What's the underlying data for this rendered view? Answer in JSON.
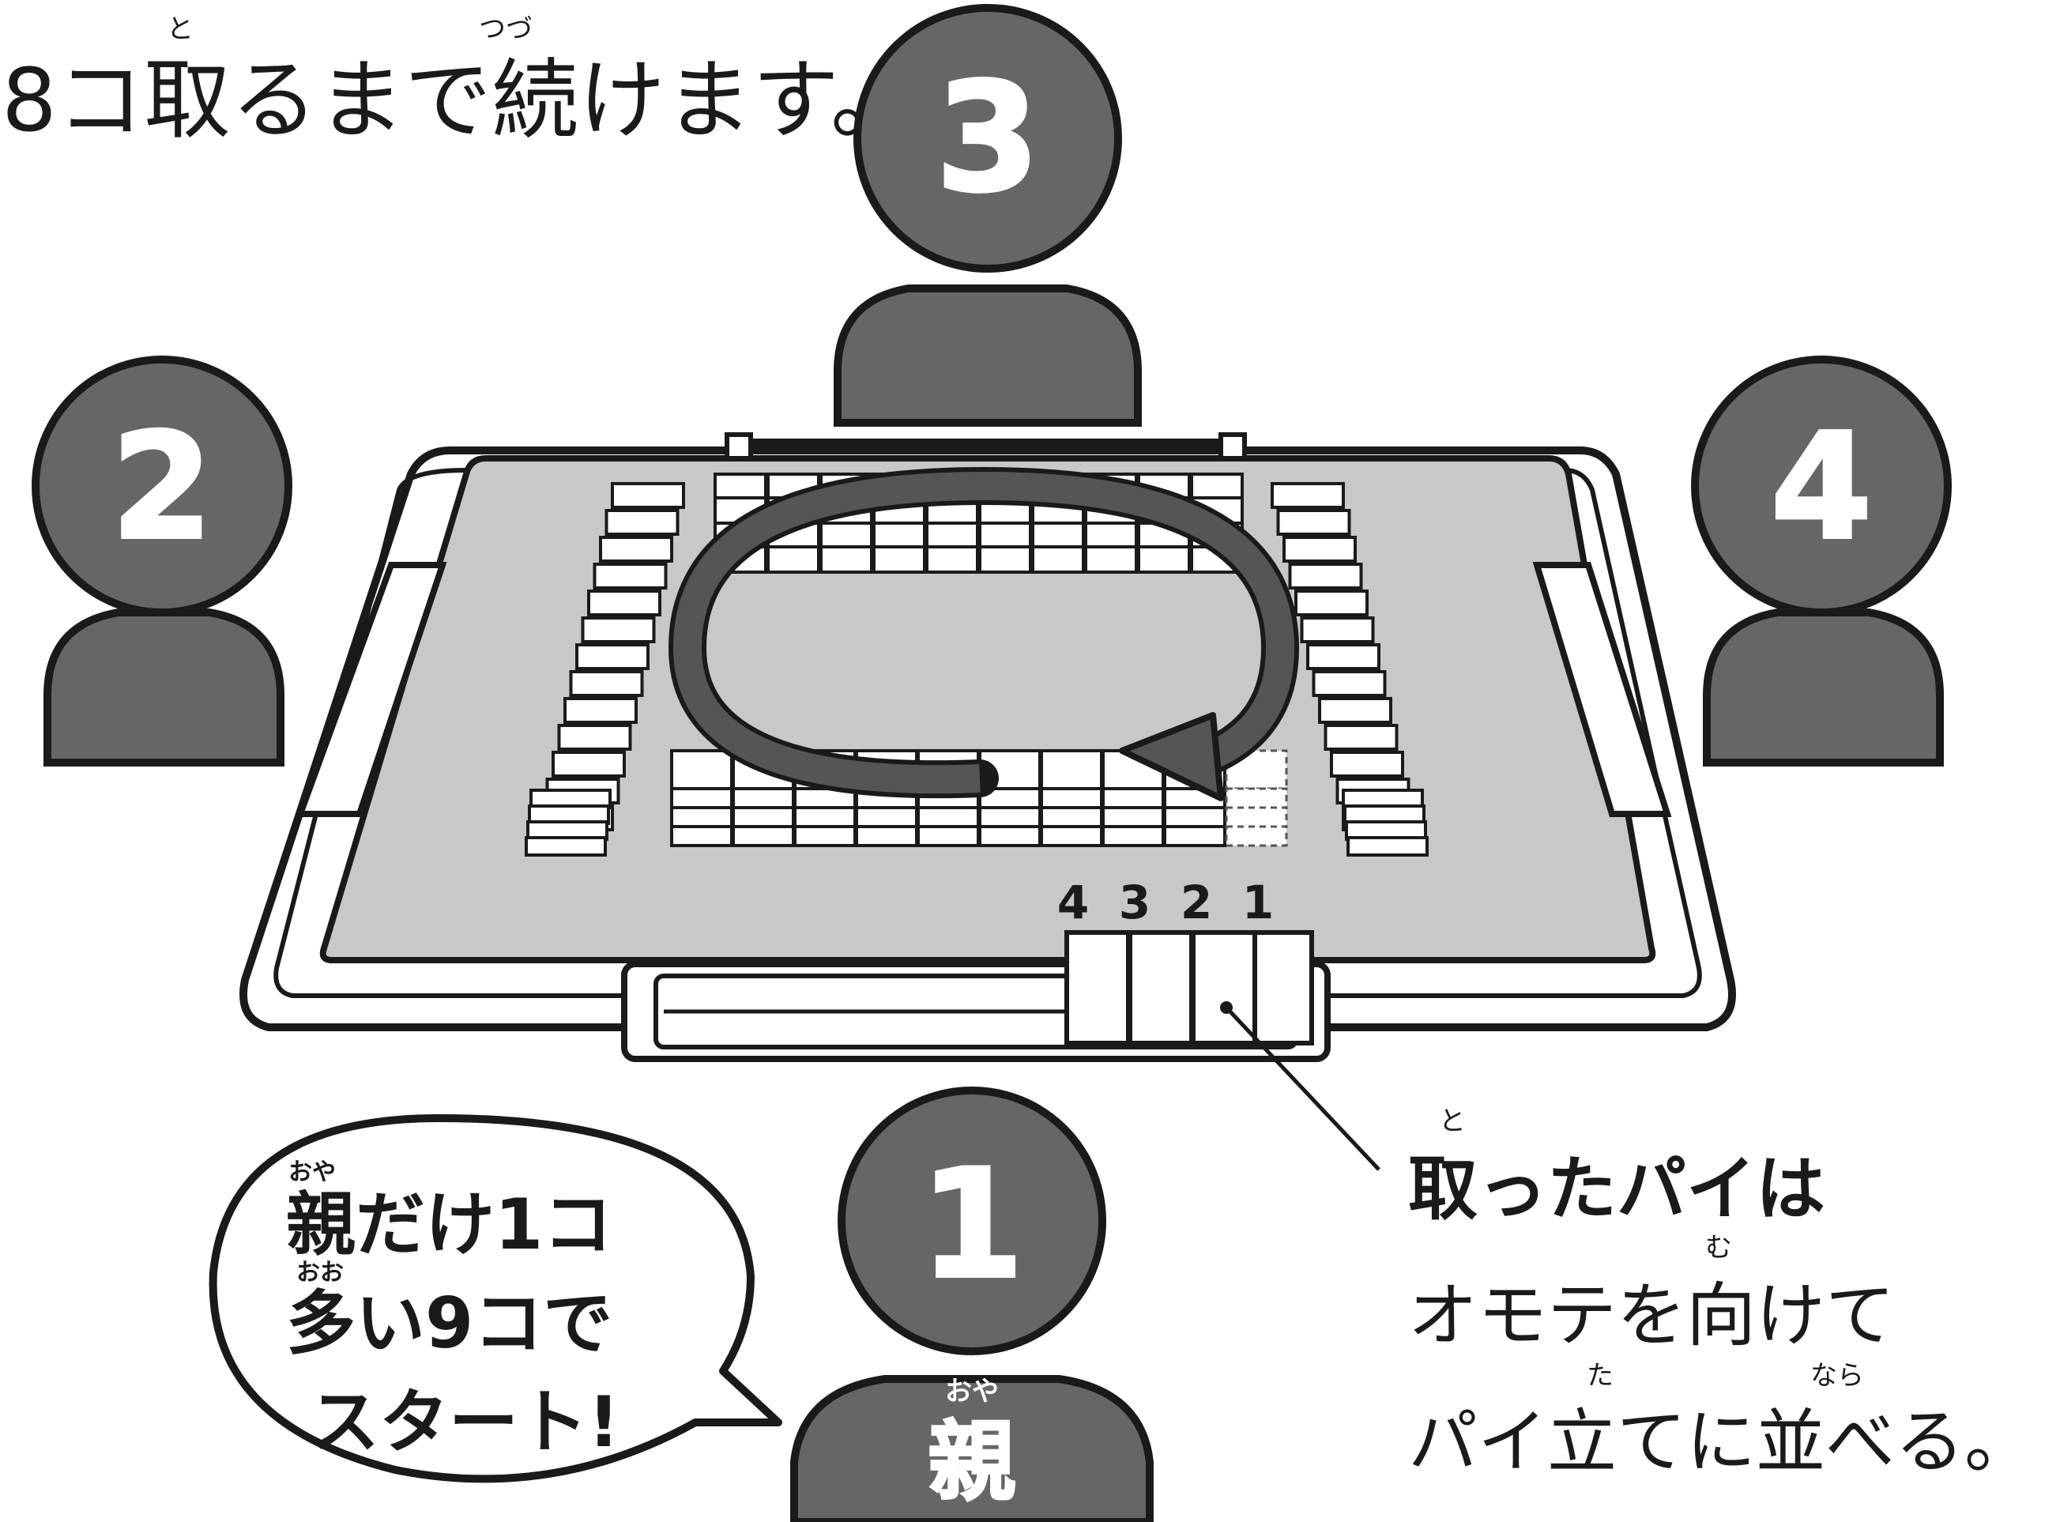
{
  "header": {
    "text": "8コ取るまで続けます。",
    "ruby_to": "と",
    "ruby_tsuzu": "つづ"
  },
  "players": {
    "p1": "1",
    "p2": "2",
    "p3": "3",
    "p4": "4",
    "dealer_label": "親",
    "dealer_ruby": "おや"
  },
  "bubble": {
    "line1": "親だけ1コ",
    "line2": "多い9コで",
    "line3": "スタート!",
    "ruby1": "おや",
    "ruby2": "おお"
  },
  "stack_labels": [
    "4",
    "3",
    "2",
    "1"
  ],
  "callout": {
    "line1": "取ったパイは",
    "line2": "オモテを向けて",
    "line3": "パイ立てに並べる。",
    "ruby_to": "と",
    "ruby_mu": "む",
    "ruby_ta": "た",
    "ruby_nara": "なら"
  },
  "colors": {
    "figure": "#666666",
    "outline": "#1a1a1a",
    "mat": "#c8c8c8",
    "arrow": "#555555",
    "tile": "#ffffff"
  }
}
